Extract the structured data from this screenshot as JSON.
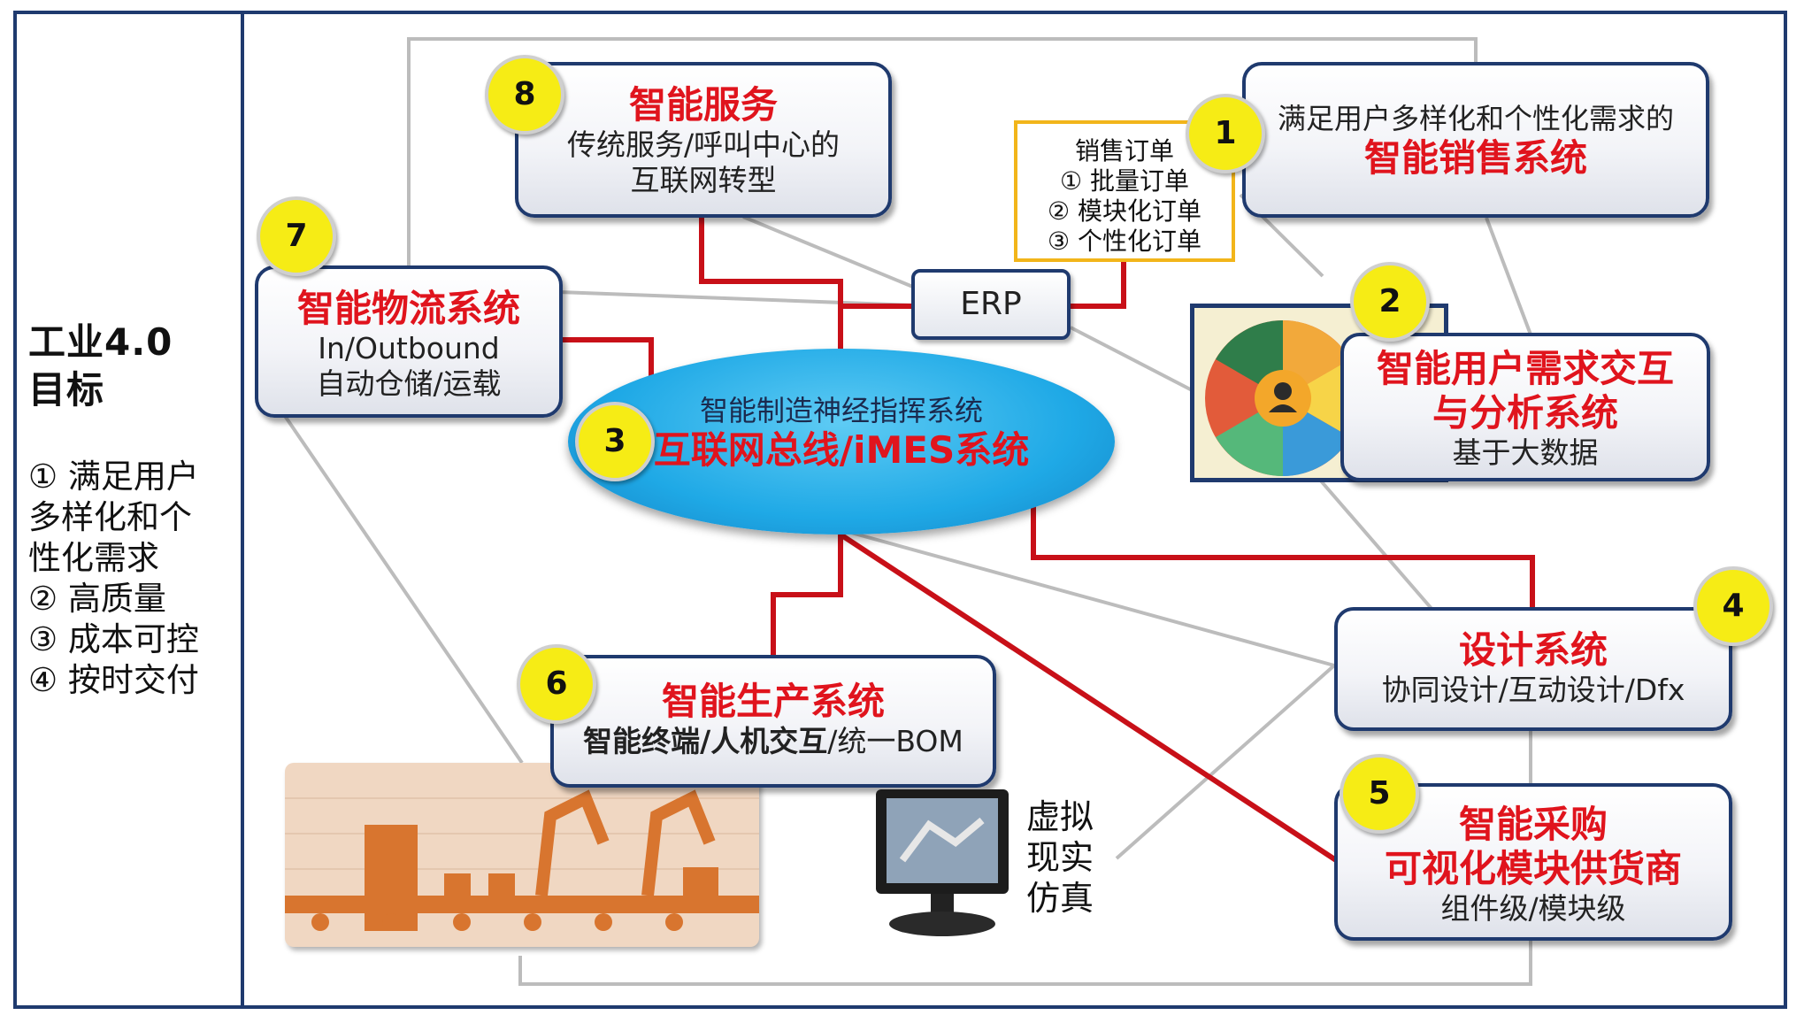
{
  "sidebar": {
    "title": "工业4.0",
    "title2": "目标",
    "goals": [
      "① 满足用户",
      "多样化和个",
      "性化需求",
      "② 高质量",
      "③ 成本可控",
      "④ 按时交付"
    ]
  },
  "hub": {
    "badge": "3",
    "subtitle": "智能制造神经指挥系统",
    "title": "互联网总线/iMES系统"
  },
  "erp": "ERP",
  "orders": {
    "title": "销售订单",
    "items": [
      "① 批量订单",
      "② 模块化订单",
      "③ 个性化订单"
    ]
  },
  "nodes": {
    "sales": {
      "badge": "1",
      "line1": "满足用户多样化和个性化需求的",
      "title": "智能销售系统"
    },
    "user": {
      "badge": "2",
      "title1": "智能用户需求交互",
      "title2": "与分析系统",
      "sub": "基于大数据"
    },
    "design": {
      "badge": "4",
      "title": "设计系统",
      "sub": "协同设计/互动设计/Dfx"
    },
    "purchase": {
      "badge": "5",
      "title1": "智能采购",
      "title2": "可视化模块供货商",
      "sub": "组件级/模块级"
    },
    "production": {
      "badge": "6",
      "title": "智能生产系统",
      "sub_bold": "智能终端/人机交互",
      "sub_rest": "/统一BOM"
    },
    "logistics": {
      "badge": "7",
      "title": "智能物流系统",
      "sub1": "In/Outbound",
      "sub2": "自动仓储/运载"
    },
    "service": {
      "badge": "8",
      "title": "智能服务",
      "sub1": "传统服务/呼叫中心的",
      "sub2": "互联网转型"
    }
  },
  "virtual": [
    "虚拟",
    "现实",
    "仿真"
  ],
  "colors": {
    "frame": "#1f3a6e",
    "red": "#e0141d",
    "badge": "#f6ec15",
    "order_border": "#f2b51a",
    "hub": "#1fa9e6",
    "line_red": "#c81018",
    "line_gray": "#bcbcbc"
  }
}
